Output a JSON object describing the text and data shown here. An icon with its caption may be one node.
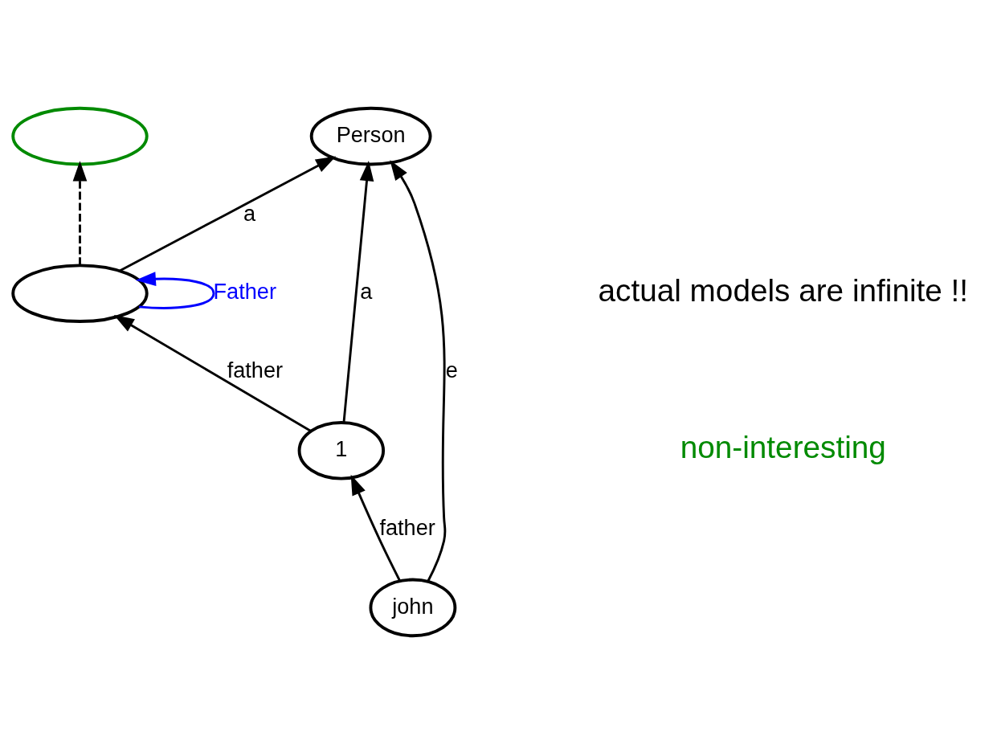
{
  "diagram": {
    "nodes": [
      {
        "text": [],
        "shape": "ellipse"
      },
      {
        "text": [],
        "shape": "ellipse"
      },
      {
        "text": [
          "1"
        ]
      },
      {
        "text": [
          "Person"
        ]
      },
      {
        "text": [
          "john"
        ]
      }
    ],
    "edges": [
      {
        "from": 1,
        "to": 0,
        "arrow": "to",
        "style": "dashed"
      },
      {
        "from": 1,
        "to": 1,
        "arrow": "to",
        "label": "Father",
        "color": "#0000ff"
      },
      {
        "from": 2,
        "to": 1,
        "arrow": "to",
        "label": "father"
      },
      {
        "from": 1,
        "to": 3,
        "arrow": "to",
        "label": "a"
      },
      {
        "from": 2,
        "to": 3,
        "arrow": "to",
        "label": "a"
      },
      {
        "from": 4,
        "to": 2,
        "arrow": "to",
        "label": "father"
      },
      {
        "from": 4,
        "to": 3,
        "arrow": "to",
        "label": "e"
      }
    ],
    "labels": [
      "actual models are infinite !!",
      "non-interesting"
    ]
  }
}
